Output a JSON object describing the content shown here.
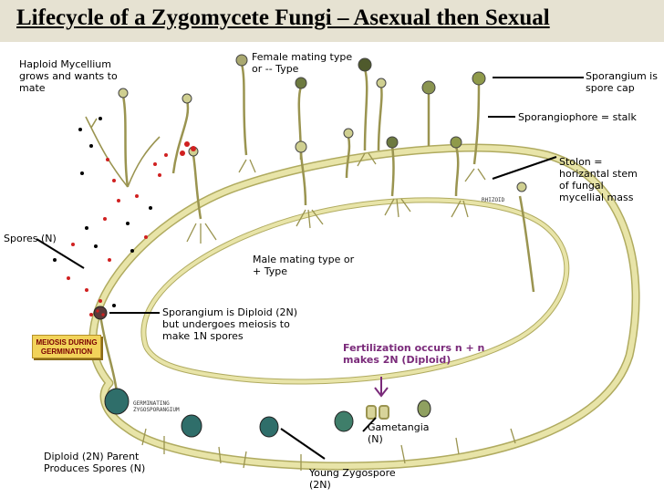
{
  "title": "Lifecycle of a Zygomycete Fungi – Asexual then Sexual",
  "labels": {
    "haploid": "Haploid Mycellium\ngrows and wants to\nmate",
    "female": "Female mating type\nor      -- Type",
    "sporangium_cap": "Sporangium is\nspore cap",
    "sporangiophore": "Sporangiophore = stalk",
    "stolon": "Stolon =\nhorizantal stem\nof fungal\nmycellial mass",
    "spores": "Spores (N)",
    "male": "Male mating type or\n       + Type",
    "diploid_sporangium": "Sporangium is Diploid (2N)\nbut undergoes meiosis to\nmake 1N spores",
    "fertilization": "Fertilization occurs n + n\nmakes 2N (Diploid)",
    "gametangia": "Gametangia\n      (N)",
    "diploid_parent": "Diploid (2N) Parent\nProduces Spores (N)",
    "young_zygospore": "Young Zygospore\n         (2N)",
    "meiosis_badge": "MEIOSIS DURING\nGERMINATION",
    "germinating": "GERMINATING\nZYGOSPORANGIUM",
    "rhizoid": "RHIZOID"
  },
  "colors": {
    "title_bar": "#e6e2d2",
    "hypha": "#e8e4a8",
    "hypha_edge": "#b0ab60",
    "spore_red": "#d02020",
    "zygospore": "#2f6e6a",
    "purple_text": "#7a2a7a"
  }
}
